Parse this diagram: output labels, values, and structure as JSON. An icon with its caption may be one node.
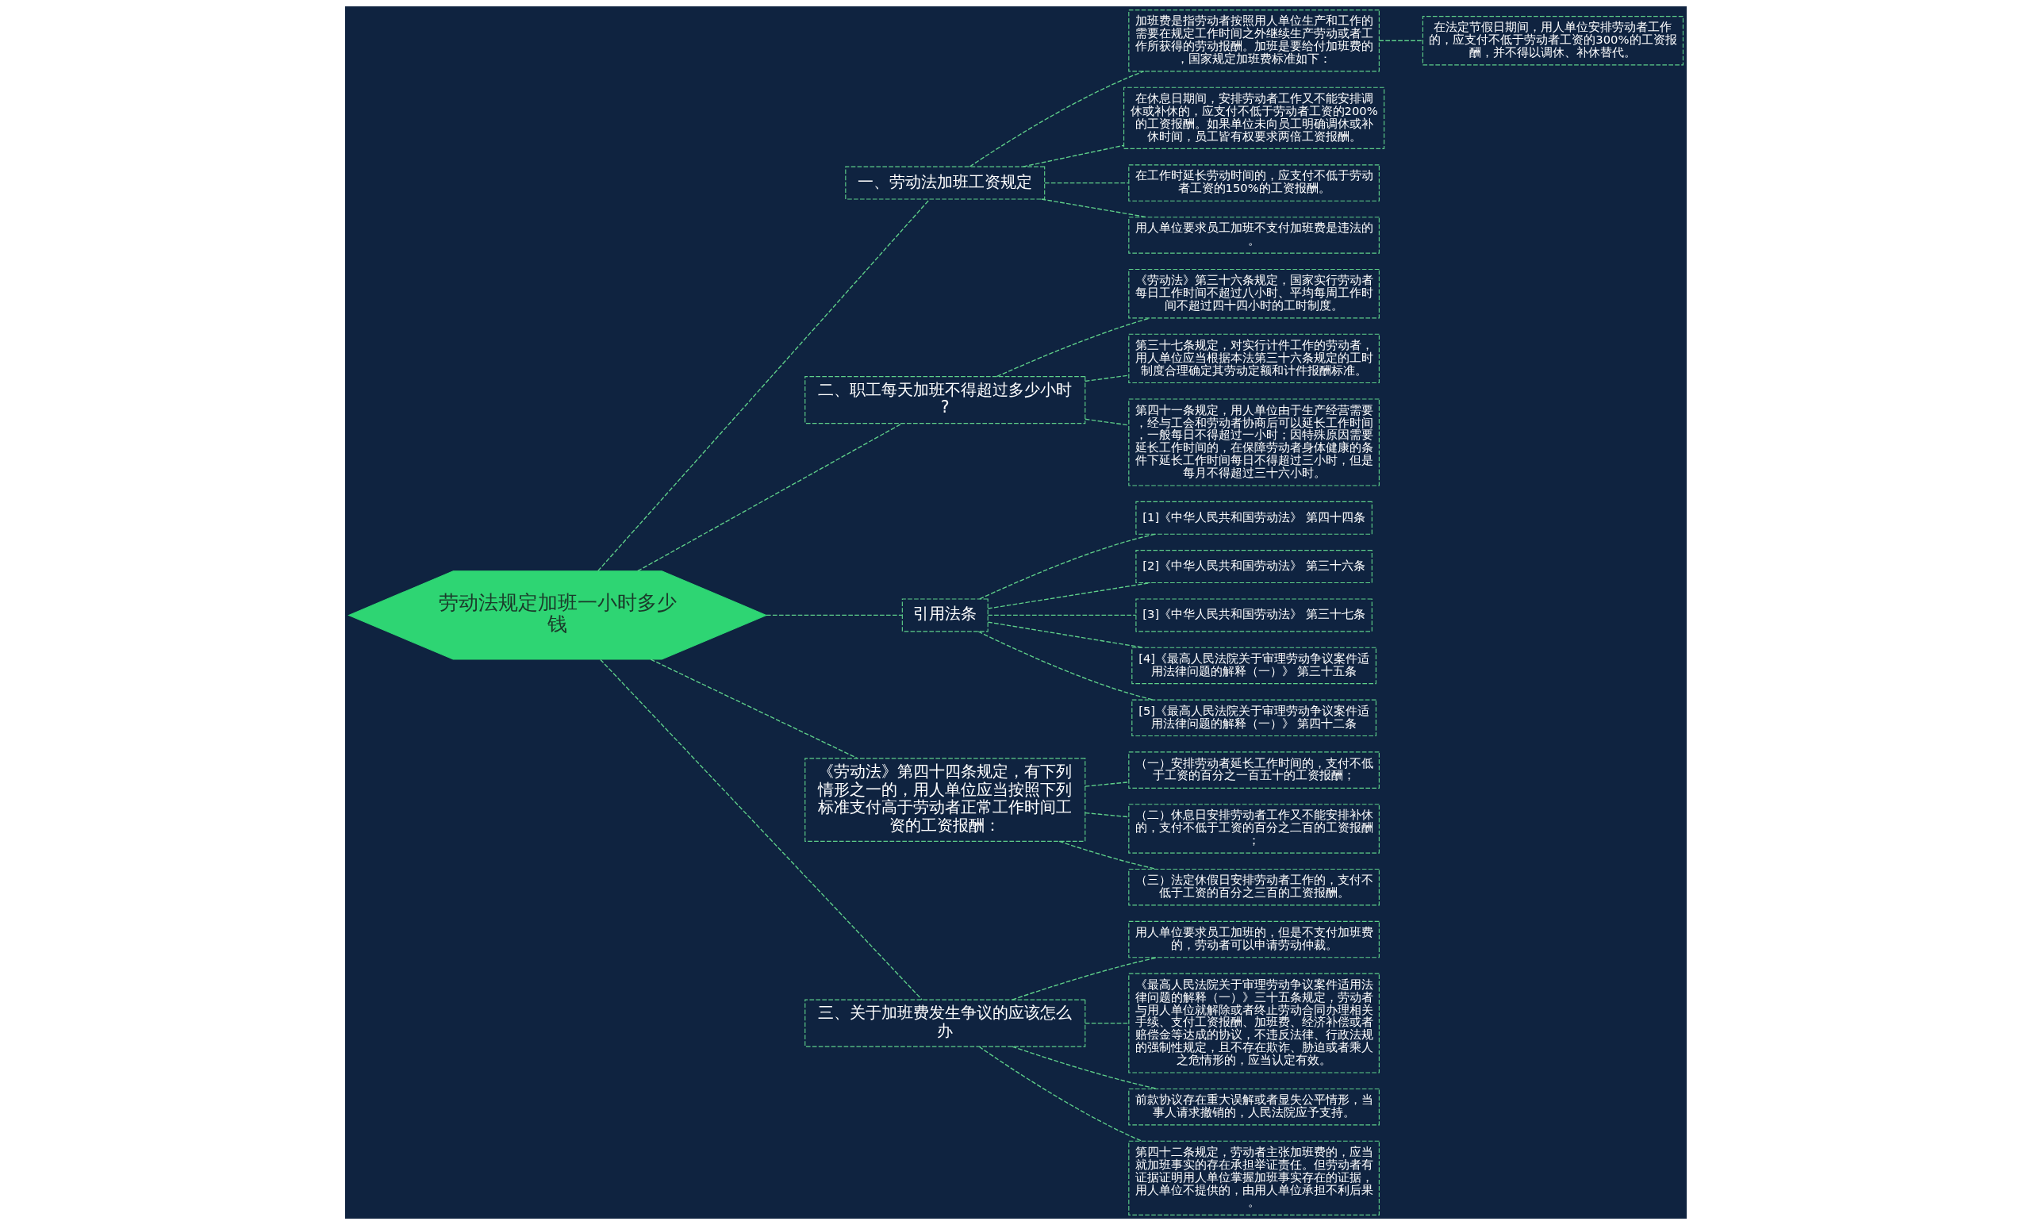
{
  "diagram": {
    "nodes": [
      {
        "text": [
          "劳动法规定加班一小时多少钱"
        ]
      },
      {
        "text": [
          "一、劳动法加班工资规定"
        ]
      },
      {
        "text": [
          "加班费是指劳动者按照用人单位生产和工作的需要在规定工作时间之外继续生产劳动或者工作所获得的劳动报酬。加班是要给付加班费的，国家规定加班费标准如下："
        ]
      },
      {
        "text": [
          "在法定节假日期间，用人单位安排劳动者工作的，应支付不低于劳动者工资的300%的工资报酬，并不得以调休、补休替代。"
        ]
      },
      {
        "text": [
          "在休息日期间，安排劳动者工作又不能安排调休或补休的，应支付不低于劳动者工资的200%的工资报酬。如果单位未向员工明确调休或补休时间，员工皆有权要求两倍工资报酬。"
        ]
      },
      {
        "text": [
          "在工作时延长劳动时间的，应支付不低于劳动者工资的150%的工资报酬。"
        ]
      },
      {
        "text": [
          "用人单位要求员工加班不支付加班费是违法的。"
        ]
      },
      {
        "text": [
          "二、职工每天加班不得超过多少小时?"
        ]
      },
      {
        "text": [
          "《劳动法》第三十六条规定，国家实行劳动者每日工作时间不超过八小时、平均每周工作时间不超过四十四小时的工时制度。"
        ]
      },
      {
        "text": [
          "第三十七条规定，对实行计件工作的劳动者，用人单位应当根据本法第三十六条规定的工时制度合理确定其劳动定额和计件报酬标准。"
        ]
      },
      {
        "text": [
          "第四十一条规定，用人单位由于生产经营需要，经与工会和劳动者协商后可以延长工作时间，一般每日不得超过一小时；因特殊原因需要延长工作时间的，在保障劳动者身体健康的条件下延长工作时间每日不得超过三小时，但是每月不得超过三十六小时。"
        ]
      },
      {
        "text": [
          "引用法条"
        ]
      },
      {
        "text": [
          "[1]《中华人民共和国劳动法》 第四十四条"
        ]
      },
      {
        "text": [
          "[2]《中华人民共和国劳动法》 第三十六条"
        ]
      },
      {
        "text": [
          "[3]《中华人民共和国劳动法》 第三十七条"
        ]
      },
      {
        "text": [
          "[4]《最高人民法院关于审理劳动争议案件适用法律问题的解释（一）》 第三十五条"
        ]
      },
      {
        "text": [
          "[5]《最高人民法院关于审理劳动争议案件适用法律问题的解释（一）》 第四十二条"
        ]
      },
      {
        "text": [
          "《劳动法》第四十四条规定，有下列情形之一的，用人单位应当按照下列标准支付高于劳动者正常工作时间工资的工资报酬："
        ]
      },
      {
        "text": [
          "（一）安排劳动者延长工作时间的，支付不低于工资的百分之一百五十的工资报酬；"
        ]
      },
      {
        "text": [
          "（二）休息日安排劳动者工作又不能安排补休的，支付不低于工资的百分之二百的工资报酬；"
        ]
      },
      {
        "text": [
          "（三）法定休假日安排劳动者工作的，支付不低于工资的百分之三百的工资报酬。"
        ]
      },
      {
        "text": [
          "三、关于加班费发生争议的应该怎么办"
        ]
      },
      {
        "text": [
          "用人单位要求员工加班的，但是不支付加班费的，劳动者可以申请劳动仲裁。"
        ]
      },
      {
        "text": [
          "《最高人民法院关于审理劳动争议案件适用法律问题的解释（一）》三十五条规定，劳动者与用人单位就解除或者终止劳动合同办理相关手续、支付工资报酬、加班费、经济补偿或者赔偿金等达成的协议，不违反法律、行政法规的强制性规定，且不存在欺诈、胁迫或者乘人之危情形的，应当认定有效。"
        ]
      },
      {
        "text": [
          "前款协议存在重大误解或者显失公平情形，当事人请求撤销的，人民法院应予支持。"
        ]
      },
      {
        "text": [
          "第四十二条规定，劳动者主张加班费的，应当就加班事实的存在承担举证责任。但劳动者有证据证明用人单位掌握加班事实存在的证据，用人单位不提供的，由用人单位承担不利后果。"
        ]
      }
    ],
    "edges": [
      {
        "from": 0,
        "to": 1,
        "arrow": "none",
        "style": "dashed"
      },
      {
        "from": 1,
        "to": 2,
        "arrow": "none",
        "style": "dashed"
      },
      {
        "from": 2,
        "to": 3,
        "arrow": "none",
        "style": "dashed"
      },
      {
        "from": 1,
        "to": 4,
        "arrow": "none",
        "style": "dashed"
      },
      {
        "from": 1,
        "to": 5,
        "arrow": "none",
        "style": "dashed"
      },
      {
        "from": 1,
        "to": 6,
        "arrow": "none",
        "style": "dashed"
      },
      {
        "from": 0,
        "to": 7,
        "arrow": "none",
        "style": "dashed"
      },
      {
        "from": 7,
        "to": 8,
        "arrow": "none",
        "style": "dashed"
      },
      {
        "from": 7,
        "to": 9,
        "arrow": "none",
        "style": "dashed"
      },
      {
        "from": 7,
        "to": 10,
        "arrow": "none",
        "style": "dashed"
      },
      {
        "from": 0,
        "to": 11,
        "arrow": "none",
        "style": "dashed"
      },
      {
        "from": 11,
        "to": 12,
        "arrow": "none",
        "style": "dashed"
      },
      {
        "from": 11,
        "to": 13,
        "arrow": "none",
        "style": "dashed"
      },
      {
        "from": 11,
        "to": 14,
        "arrow": "none",
        "style": "dashed"
      },
      {
        "from": 11,
        "to": 15,
        "arrow": "none",
        "style": "dashed"
      },
      {
        "from": 11,
        "to": 16,
        "arrow": "none",
        "style": "dashed"
      },
      {
        "from": 0,
        "to": 17,
        "arrow": "none",
        "style": "dashed"
      },
      {
        "from": 17,
        "to": 18,
        "arrow": "none",
        "style": "dashed"
      },
      {
        "from": 17,
        "to": 19,
        "arrow": "none",
        "style": "dashed"
      },
      {
        "from": 17,
        "to": 20,
        "arrow": "none",
        "style": "dashed"
      },
      {
        "from": 0,
        "to": 21,
        "arrow": "none",
        "style": "dashed"
      },
      {
        "from": 21,
        "to": 22,
        "arrow": "none",
        "style": "dashed"
      },
      {
        "from": 21,
        "to": 23,
        "arrow": "none",
        "style": "dashed"
      },
      {
        "from": 21,
        "to": 24,
        "arrow": "none",
        "style": "dashed"
      },
      {
        "from": 21,
        "to": 25,
        "arrow": "none",
        "style": "dashed"
      }
    ]
  }
}
